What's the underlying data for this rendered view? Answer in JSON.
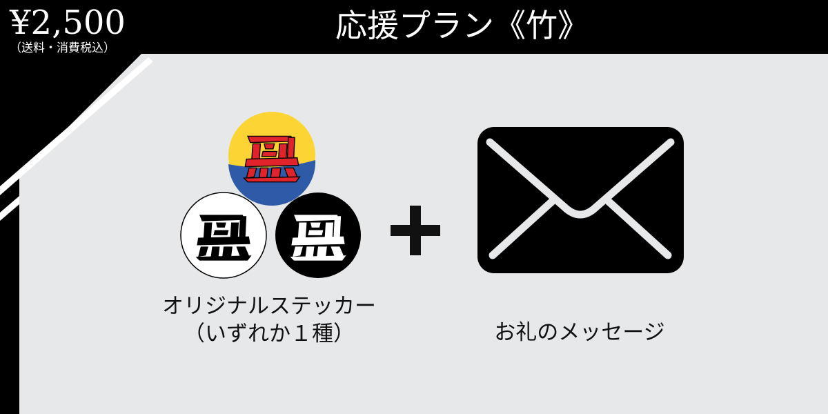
{
  "price": {
    "amount": "¥2,500",
    "note": "（送料・消費税込）"
  },
  "plan": {
    "title": "応援プラン《竹》"
  },
  "items": {
    "sticker": {
      "line1": "オリジナルステッカー",
      "line2": "（いずれか１種）"
    },
    "message": {
      "label": "お礼のメッセージ"
    }
  },
  "stickers": [
    {
      "variant": "color",
      "bg": "#fcd535",
      "bottom": "#2f5aa8",
      "mark": "#e1232b"
    },
    {
      "variant": "white",
      "bg": "#ffffff",
      "mark": "#000000"
    },
    {
      "variant": "black",
      "bg": "#000000",
      "mark": "#ffffff"
    }
  ],
  "colors": {
    "panel": "#e7e8ea",
    "frame": "#000000",
    "accent": "#ffffff"
  }
}
